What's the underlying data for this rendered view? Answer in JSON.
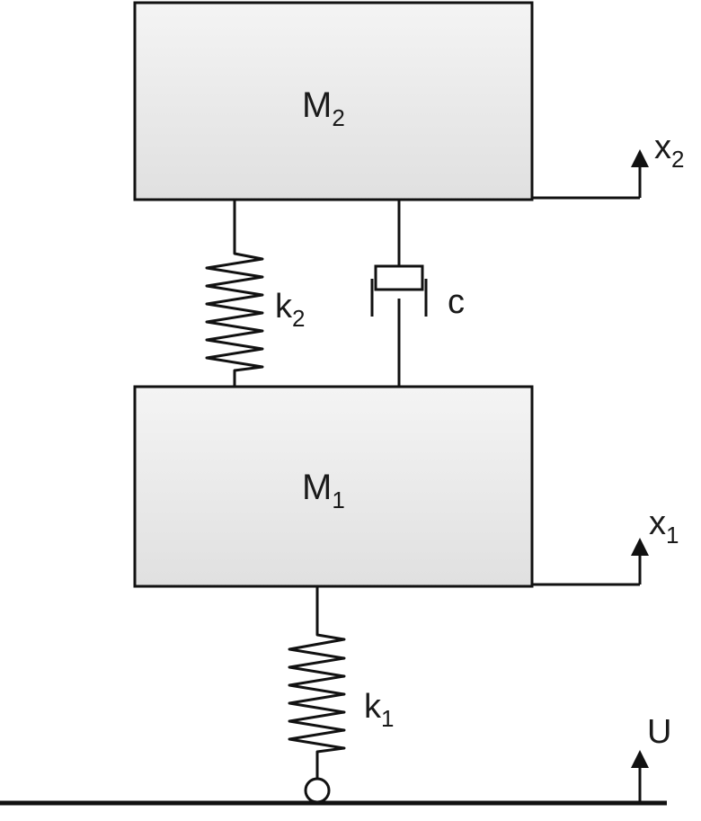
{
  "masses": {
    "upper": {
      "symbol": "M",
      "subscript": "2"
    },
    "lower": {
      "symbol": "M",
      "subscript": "1"
    }
  },
  "springs": {
    "upper": {
      "symbol": "k",
      "subscript": "2"
    },
    "lower": {
      "symbol": "k",
      "subscript": "1"
    }
  },
  "damper": {
    "symbol": "c"
  },
  "displacements": {
    "upper": {
      "symbol": "x",
      "subscript": "2"
    },
    "lower": {
      "symbol": "x",
      "subscript": "1"
    },
    "ground": {
      "symbol": "U"
    }
  },
  "colors": {
    "mass_fill_top": "#f3f3f3",
    "mass_fill_bottom": "#e2e2e2",
    "stroke": "#111111"
  }
}
